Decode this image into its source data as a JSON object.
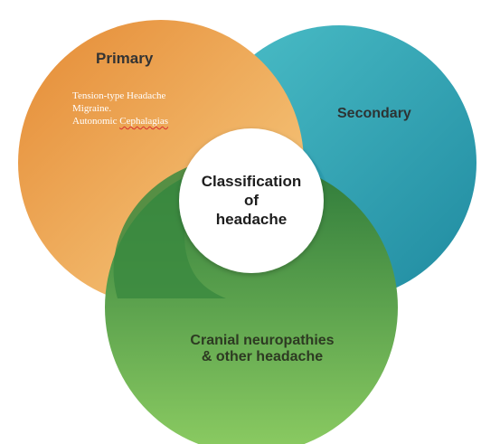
{
  "diagram": {
    "primary": {
      "label": "Primary",
      "items": [
        "Tension-type Headache",
        "Migraine.",
        "Autonomic ",
        "Cephalagias"
      ],
      "color_light": "#f6c877",
      "color_dark": "#e58b35"
    },
    "secondary": {
      "label": "Secondary",
      "color_light": "#3fb3bd",
      "color_dark": "#1f8ea3"
    },
    "cranial": {
      "label_line1": "Cranial neuropathies",
      "label_line2": "& other headache",
      "color_light": "#7cbf58",
      "color_dark": "#2f7c3a"
    },
    "center": {
      "line1": "Classification",
      "line2": "of",
      "line3": "headache"
    }
  }
}
